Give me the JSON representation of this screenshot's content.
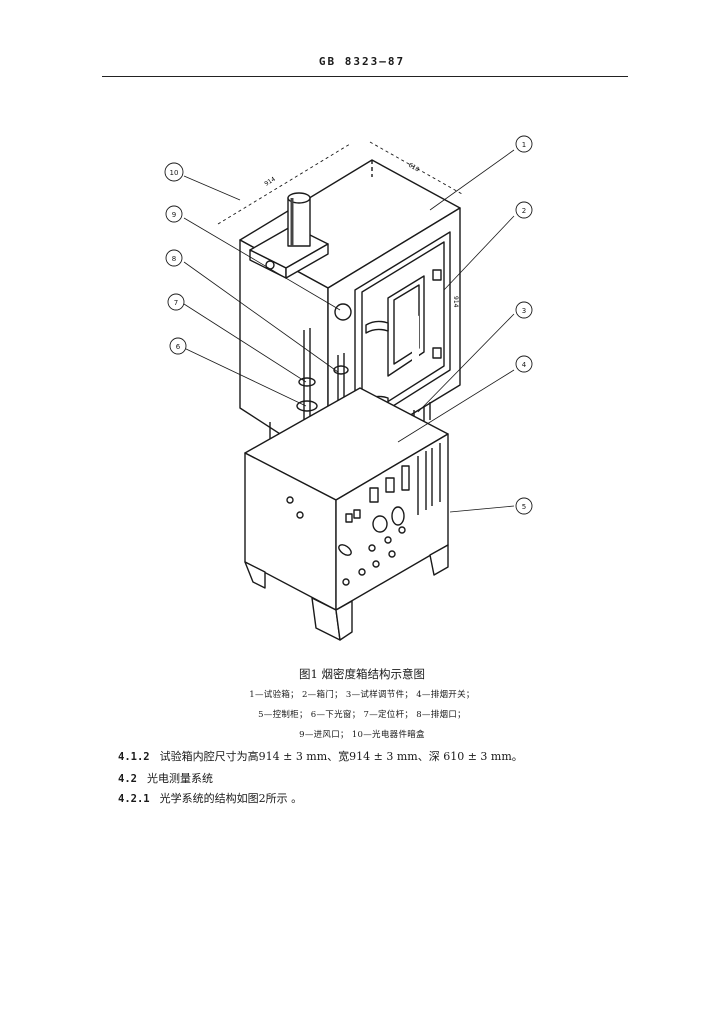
{
  "header": {
    "standard_no": "GB 8323—87"
  },
  "figure": {
    "callouts": [
      "1",
      "2",
      "3",
      "4",
      "5",
      "6",
      "7",
      "8",
      "9",
      "10"
    ],
    "dims": [
      "914",
      "914",
      "610"
    ],
    "caption": "图1  烟密度箱结构示意图",
    "legend": [
      "1—试验箱；  2—箱门；  3—试样调节件；  4—排烟开关；",
      "5—控制柜；  6—下光窗；  7—定位杆；  8—排烟口；",
      "9—进风口；  10—光电器件暗盒"
    ]
  },
  "body": {
    "p1_num": "4.1.2",
    "p1_text": "试验箱内腔尺寸为高914 ± 3 mm、宽914 ± 3 mm、深 610 ± 3 mm。",
    "p2_num": "4.2",
    "p2_text": "光电测量系统",
    "p3_num": "4.2.1",
    "p3_text": "光学系统的结构如图2所示 。"
  }
}
